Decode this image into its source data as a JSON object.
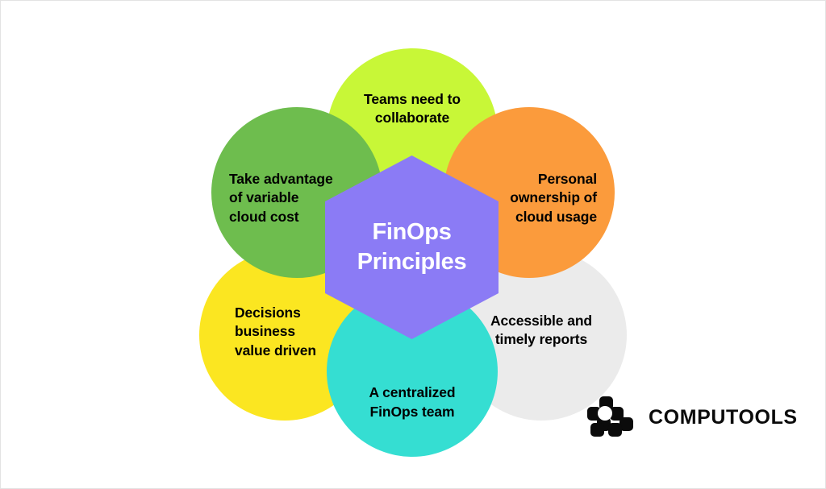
{
  "diagram": {
    "title": "FinOps Principles",
    "center": {
      "label": "FinOps\nPrinciples",
      "shape": "hexagon",
      "fill": "#8b7bf5",
      "text_color": "#ffffff"
    },
    "petals": [
      {
        "id": "green",
        "label": "Take advantage\nof variable\ncloud cost",
        "fill": "#6ebd4e",
        "text_color": "#000000",
        "align": "left",
        "position": "upper-left"
      },
      {
        "id": "lime",
        "label": "Teams need to\ncollaborate",
        "fill": "#c8f737",
        "text_color": "#000000",
        "align": "center",
        "position": "top"
      },
      {
        "id": "orange",
        "label": "Personal\nownership of\ncloud usage",
        "fill": "#fb9b3c",
        "text_color": "#000000",
        "align": "right",
        "position": "upper-right"
      },
      {
        "id": "gray",
        "label": "Accessible and\ntimely reports",
        "fill": "#ebebeb",
        "text_color": "#000000",
        "align": "center",
        "position": "lower-right"
      },
      {
        "id": "teal",
        "label": "A centralized\nFinOps team",
        "fill": "#35ded2",
        "text_color": "#000000",
        "align": "center",
        "position": "bottom"
      },
      {
        "id": "yellow",
        "label": "Decisions\nbusiness\nvalue driven",
        "fill": "#fbe621",
        "text_color": "#000000",
        "align": "left",
        "position": "lower-left"
      }
    ]
  },
  "logo": {
    "wordmark": "COMPUTOOLS",
    "mark_name": "computools-logo-mark",
    "color": "#0b0b0b"
  },
  "background": "#ffffff"
}
